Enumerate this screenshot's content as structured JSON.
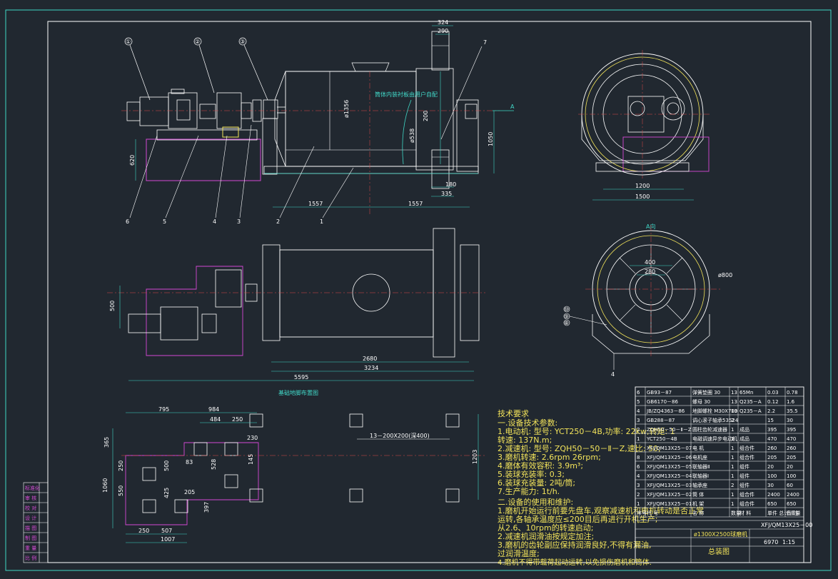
{
  "colors": {
    "background": "#212830",
    "white": "#ffffff",
    "cyan": "#3fd7c5",
    "yellow": "#f2e35a",
    "magenta": "#d447d4",
    "green": "#45d36a",
    "red": "#e04646"
  },
  "balloons": [
    "①",
    "②",
    "③"
  ],
  "side_view": {
    "part_labels": [
      "6",
      "5",
      "4",
      "3",
      "2",
      "1",
      "7"
    ],
    "dims": {
      "top1": "324",
      "top2": "290",
      "d_shell": "ø1356",
      "d_inner": "ø538",
      "d_200": "200",
      "h_620": "620",
      "h_1050": "1050",
      "w_1557a": "1557",
      "w_1557b": "1557",
      "b_180": "180",
      "b_335": "335"
    },
    "note": "筒体内装衬板由用户自配",
    "section_mark": "A"
  },
  "end_view": {
    "dims": {
      "w_1200": "1200",
      "w_1500": "1500"
    }
  },
  "section_view": {
    "label": "A向",
    "dims": {
      "d_400": "400",
      "d_280": "280",
      "d_800": "ø800"
    },
    "balloons": [
      "⑩",
      "⑨",
      "⑧"
    ],
    "bottom_label": "4"
  },
  "plan_view": {
    "dims": {
      "w_500": "500",
      "w_2680": "2680",
      "w_3234": "3234",
      "w_5595": "5595"
    },
    "caption": "基础地脚布置图"
  },
  "foundation": {
    "dims": {
      "d795": "795",
      "d984": "984",
      "d484": "484",
      "d250t": "250",
      "d230": "230",
      "d365": "365",
      "d250l": "250",
      "d500": "500",
      "d83": "83",
      "d528": "528",
      "d145": "145",
      "d1060": "1060",
      "d550": "550",
      "d425": "425",
      "d205": "205",
      "d397": "397",
      "d250b": "250",
      "d507": "507",
      "d1007": "1007",
      "d1203": "1203"
    },
    "hole_note": "13－200X200(深400)"
  },
  "tech": {
    "title": "技术要求",
    "lines": [
      "一.设备技术参数:",
      "1.电动机: 型号: YCT250－4B,功率: 22kw,转矩: 1",
      "转速: 137N.m;",
      "2.减速机: 型号: ZQH50－50－Ⅱ－Z,速比: 50;",
      "3.磨机转速: 2.6rpm    26rpm;",
      "4.磨体有效容积: 3.9m³;",
      "5.装球充装率: 0.3;",
      "6.装球充装量: 2吨/筒;",
      "7.生产能力: 1t/h."
    ],
    "lines2": [
      "二.设备的使用和维护:",
      "1.磨机开始运行前要先盘车,观察减速机和电机转动是否正常",
      "运转,各轴承温度应≤200目后再进行开机生产;",
      "从2.6、10rpm的转速启动;",
      "2.减速机润滑油按规定加注;",
      "3.磨机的齿轮副应保持润滑良好,不得有漏油,",
      "过润滑温度;",
      "4.磨机不得带载荷起动运转,以免损伤磨机和筒体."
    ]
  },
  "bom": {
    "rows": [
      [
        "6",
        "GB93－87",
        "弹簧垫圈 30",
        "13",
        "65Mn",
        "0.03",
        "0.78"
      ],
      [
        "5",
        "GB6170－86",
        "螺母 30",
        "13",
        "Q235－A",
        "0.12",
        "1.6"
      ],
      [
        "4",
        "JB/ZQ4363－86",
        "地脚螺栓 M30X700",
        "13",
        "Q235－A",
        "2.2",
        "35.5"
      ],
      [
        "3",
        "GB288－87",
        "调心滚子轴承53524",
        "2",
        "",
        "15",
        "30"
      ],
      [
        "2",
        "ZQH50－50－Ⅱ－Z",
        "圆柱齿轮减速器",
        "1",
        "成品",
        "395",
        "395"
      ],
      [
        "1",
        "YCT250－4B",
        "电磁调速异步电动机",
        "1",
        "成品",
        "470",
        "470"
      ],
      [
        "",
        "XFJ/QM13X25－07",
        "电 机",
        "1",
        "组合件",
        "260",
        "260"
      ],
      [
        "8",
        "XFJ/QM13X25－06",
        "电机座",
        "1",
        "组合件",
        "205",
        "205"
      ],
      [
        "6",
        "XFJ/QM13X25－05",
        "联轴器Ⅱ",
        "1",
        "组件",
        "20",
        "20"
      ],
      [
        "4",
        "XFJ/QM13X25－04",
        "联轴器Ⅰ",
        "1",
        "组件",
        "100",
        "100"
      ],
      [
        "3",
        "XFJ/QM13X25－03",
        "轴承座",
        "2",
        "组件",
        "30",
        "60"
      ],
      [
        "2",
        "XFJ/QM13X25－02",
        "筒 体",
        "1",
        "组合件",
        "2400",
        "2400"
      ],
      [
        "1",
        "XFJ/QM13X25－01",
        "机 架",
        "1",
        "组合件",
        "650",
        "650"
      ]
    ],
    "header": [
      "序号",
      "代 号",
      "名 称",
      "数量",
      "材 料",
      "单件 总计 重量",
      "备 注"
    ],
    "drawing_no": "XFJ/QM13X25－00",
    "title": "ø1300X2500球磨机",
    "drawing_type": "总装图",
    "scale": "1:15",
    "weight": "6970"
  },
  "left_strip": [
    "标准化",
    "审 核",
    "校 对",
    "设 计",
    "描 图",
    "制 图",
    "重 量",
    "比 例"
  ]
}
